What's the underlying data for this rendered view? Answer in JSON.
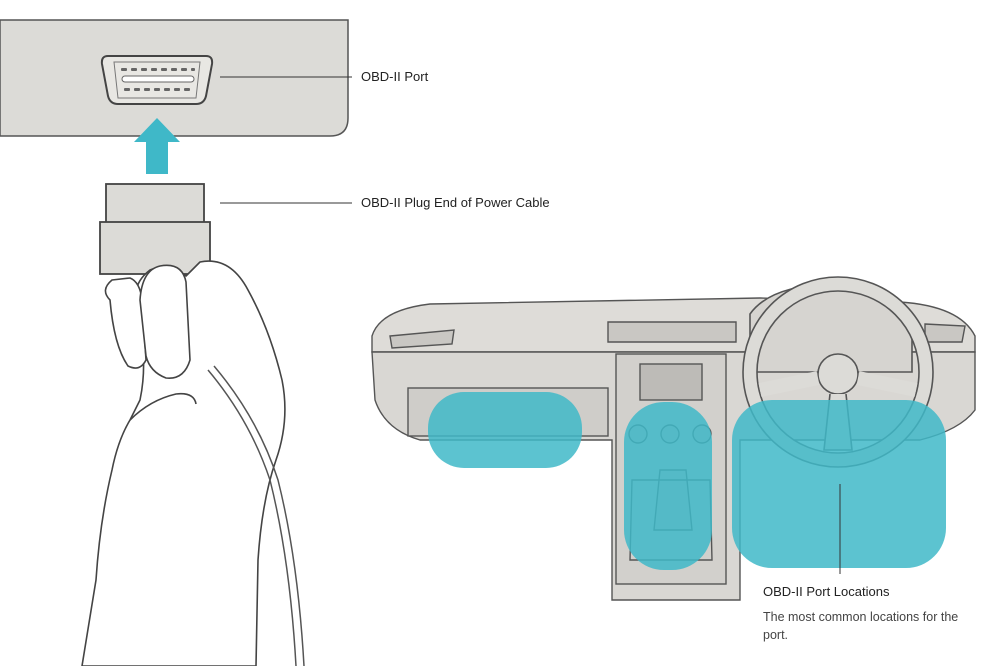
{
  "labels": {
    "obd_port": "OBD-II Port",
    "plug_end": "OBD-II Plug End of Power Cable",
    "locations_title": "OBD-II Port Locations",
    "locations_desc": "The most common locations for the port."
  },
  "colors": {
    "highlight": "#3fb8c8",
    "panel_fill": "#dcdbd7",
    "line": "#555555",
    "background": "#ffffff"
  }
}
